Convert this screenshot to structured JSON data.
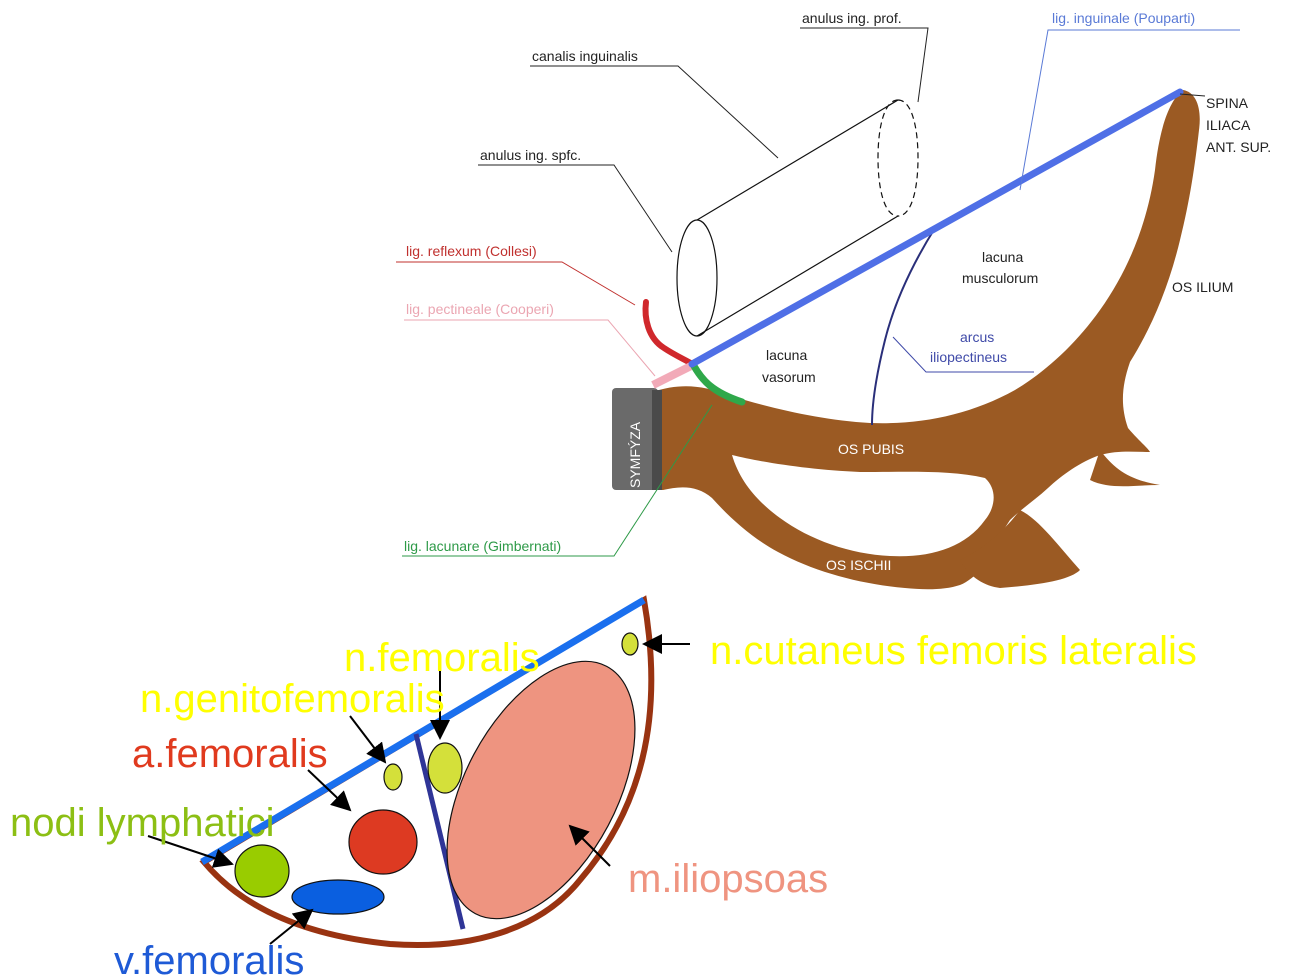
{
  "upper_diagram": {
    "labels": {
      "anulus_ing_prof": "anulus ing. prof.",
      "lig_inguinale": "lig. inguinale (Pouparti)",
      "canalis_inguinalis": "canalis inguinalis",
      "anulus_ing_spfc": "anulus ing. spfc.",
      "spina_line1": "SPINA",
      "spina_line2": "ILIACA",
      "spina_line3": "ANT. SUP.",
      "lig_reflexum": "lig. reflexum (Collesi)",
      "lig_pectineale": "lig. pectineale (Cooperi)",
      "lacuna_musc_line1": "lacuna",
      "lacuna_musc_line2": "musculorum",
      "os_ilium": "OS ILIUM",
      "arcus_line1": "arcus",
      "arcus_line2": "iliopectineus",
      "lacuna_vas_line1": "lacuna",
      "lacuna_vas_line2": "vasorum",
      "symfyza": "SYMFÝZA",
      "os_pubis": "OS PUBIS",
      "lig_lacunare": "lig. lacunare (Gimbernati)",
      "os_ischii": "OS ISCHII"
    },
    "colors": {
      "bone": "#9b5a23",
      "symfyza": "#6a6a6a",
      "lig_inguinale": "#4f6fe6",
      "lig_reflexum": "#d0282c",
      "lig_pectineale": "#f2aab8",
      "lig_lacunare": "#2fa84a",
      "arcus": "#2a2f7a",
      "label_dark": "#222222",
      "label_inguinale": "#5a7ad6",
      "label_reflexum": "#c0302e",
      "label_pectineale": "#eba6b2",
      "label_arcus": "#3f4aa8",
      "label_lacunare": "#2e9a48"
    }
  },
  "lower_diagram": {
    "labels": {
      "n_femoralis": "n.femoralis",
      "n_cutaneus": "n.cutaneus femoris lateralis",
      "n_genitofemoralis": "n.genitofemoralis",
      "a_femoralis": "a.femoralis",
      "nodi_lymphatici": "nodi lymphatici",
      "m_iliopsoas": "m.iliopsoas",
      "v_femoralis": "v.femoralis"
    },
    "colors": {
      "nerve": "#ffff00",
      "nerve_fill": "#d4e03a",
      "artery": "#dd3a22",
      "artery_label": "#e03a1e",
      "lymph": "#99cc00",
      "lymph_label": "#8cbf14",
      "vein": "#0a5fe0",
      "vein_label": "#1e5ad6",
      "muscle": "#ee9480",
      "muscle_label": "#ef9480",
      "ligament": "#1a6fee",
      "septum": "#2f3597",
      "bone_edge": "#993311"
    }
  }
}
